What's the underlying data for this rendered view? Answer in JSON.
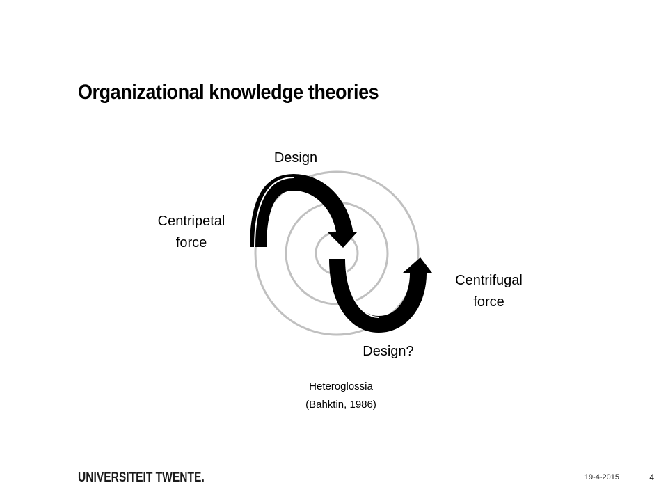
{
  "slide": {
    "title": "Organizational knowledge theories"
  },
  "diagram": {
    "labels": {
      "design_top": "Design",
      "centripetal_line1": "Centripetal",
      "centripetal_line2": "force",
      "centrifugal_line1": "Centrifugal",
      "centrifugal_line2": "force",
      "design_bottom": "Design?"
    },
    "citation": {
      "line1": "Heteroglossia",
      "line2": "(Bahktin, 1986)"
    },
    "colors": {
      "circles": "#c0c0c0",
      "arrows": "#000000"
    }
  },
  "footer": {
    "logo": "UNIVERSITEIT TWENTE.",
    "date": "19-4-2015",
    "page": "4"
  }
}
